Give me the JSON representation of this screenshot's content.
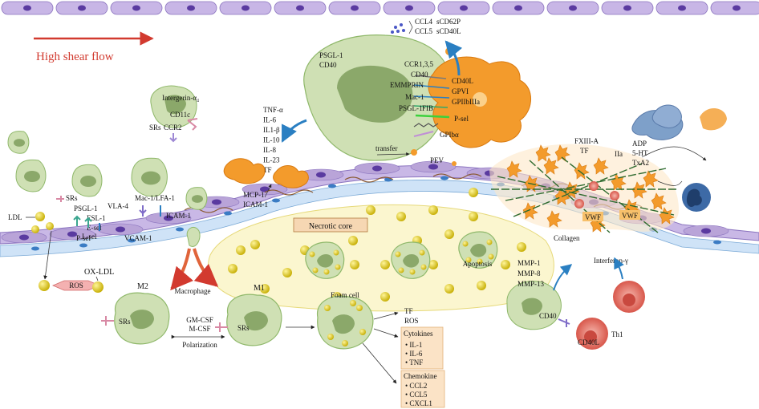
{
  "flow": {
    "label": "High shear flow",
    "arrow_color": "#d23a2f"
  },
  "chemokines_top": {
    "c1": "CCL4",
    "c2": "CCL5",
    "p1": "sCD62P",
    "p2": "sCD40L"
  },
  "rolling": {
    "srs": "SRs",
    "psgl": "PSGL-1",
    "esl": "ESL-1",
    "esel": "E-sel",
    "lsel": "L-sel",
    "psel": "P-sel",
    "vla4": "VLA-4",
    "vcam": "VCAM-1",
    "mac_lfa": "Mac-1/LFA-1",
    "icam": "ICAM-1"
  },
  "monocyte": {
    "integrin": "Intergerin-α₄",
    "cd11c": "CD11c",
    "ccr2": "CCR2",
    "srs": "SRs"
  },
  "ldl": {
    "ldl": "LDL",
    "ros": "ROS",
    "oxldl": "OX-LDL"
  },
  "platelet_complex": {
    "psgl": "PSGL-1",
    "cd40": "CD40",
    "ccr": "CCR1,3,5",
    "cd40b": "CD40",
    "emmprin": "EMMPRIN",
    "mac1": "Mac-1",
    "psgl2": "PSGL-1",
    "fib": "FIB",
    "cd40l": "CD40L",
    "gpvi": "GPVI",
    "gp2b3a": "GPIIbIIIa",
    "psel": "P-sel",
    "gpib": "GPIbα",
    "transfer": "transfer",
    "pev": "PEV"
  },
  "cytokines_left": [
    "TNF-α",
    "IL-6",
    "IL1-β",
    "IL-10",
    "IL-8",
    "IL-23",
    "TF"
  ],
  "mcp": {
    "l1": "MCP-1",
    "l2": "ICAM-1"
  },
  "thrombus": {
    "fxiii": "FXIII-A",
    "tf": "TF",
    "iia": "IIa",
    "adp": "ADP",
    "ht": "5-HT",
    "txa2": "TxA2",
    "vwf1": "VWF",
    "vwf2": "VWF",
    "collagen": "Collagen",
    "ifn": "Interferon-γ"
  },
  "plaque": {
    "core": "Necrotic core",
    "apoptosis": "Apoptosis",
    "mmp1": "MMP-1",
    "mmp8": "MMP-8",
    "mmp13": "MMP-13",
    "cd40": "CD40",
    "cd40l": "CD40L",
    "th1": "Th1"
  },
  "macrophages": {
    "m2": "M2",
    "m1": "M1",
    "macrophage": "Macrophage",
    "srs_m2": "SRs",
    "srs_m1": "SRs",
    "gmcsf": "GM-CSF",
    "mcsf": "M-CSF",
    "polarization": "Polarization",
    "foam": "Foam cell",
    "tf": "TF",
    "ros": "ROS"
  },
  "boxes": {
    "cytokines_title": "Cytokines",
    "cytokines": [
      "IL-1",
      "IL-6",
      "TNF"
    ],
    "chemokine_title": "Chemokine",
    "chemokine": [
      "CCL2",
      "CCL5",
      "CXCL1"
    ],
    "box_color": "#fbe3c6"
  },
  "colors": {
    "endothelium": "#b9a4d8",
    "endothelium_nucleus": "#5a3aa0",
    "lipid": "#e4d21c",
    "cell_body": "#cfe0b4",
    "cell_border": "#8fb86a",
    "nucleus": "#8ba86a",
    "platelet": "#f39b2c",
    "rbc": "#d85a4e",
    "core_fill": "#fbf6cf"
  }
}
